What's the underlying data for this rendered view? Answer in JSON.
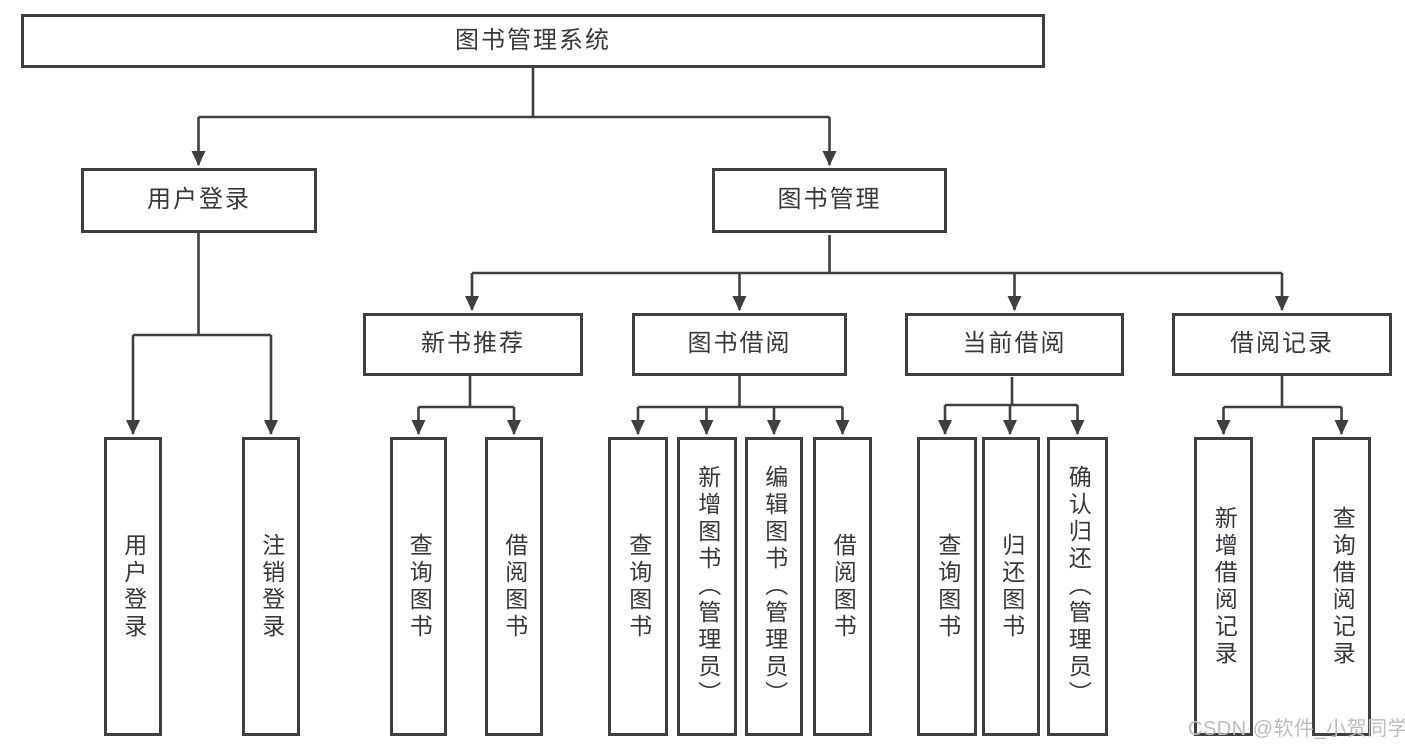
{
  "diagram": {
    "root": {
      "label": "图书管理系统"
    },
    "user_login": {
      "label": "用户登录",
      "children": {
        "login": {
          "label": "用户登录"
        },
        "logout": {
          "label": "注销登录"
        }
      }
    },
    "book_management": {
      "label": "图书管理",
      "children": {
        "new_book_recommend": {
          "label": "新书推荐",
          "children": {
            "query_book": {
              "label": "查询图书"
            },
            "borrow_book": {
              "label": "借阅图书"
            }
          }
        },
        "book_borrow": {
          "label": "图书借阅",
          "children": {
            "query_book": {
              "label": "查询图书"
            },
            "add_book": {
              "label": "新增图书（管理员）"
            },
            "edit_book": {
              "label": "编辑图书（管理员）"
            },
            "borrow_book": {
              "label": "借阅图书"
            }
          }
        },
        "current_borrow": {
          "label": "当前借阅",
          "children": {
            "query_book": {
              "label": "查询图书"
            },
            "return_book": {
              "label": "归还图书"
            },
            "confirm_return": {
              "label": "确认归还（管理员）"
            }
          }
        },
        "borrow_record": {
          "label": "借阅记录",
          "children": {
            "add_record": {
              "label": "新增借阅记录"
            },
            "query_record": {
              "label": "查询借阅记录"
            }
          }
        }
      }
    }
  },
  "watermark": {
    "text": "CSDN @软件_小贺同学"
  },
  "colors": {
    "line": "#3f3f3f",
    "text": "#38383c",
    "watermark": "#bcbcc0",
    "background": "#ffffff"
  }
}
